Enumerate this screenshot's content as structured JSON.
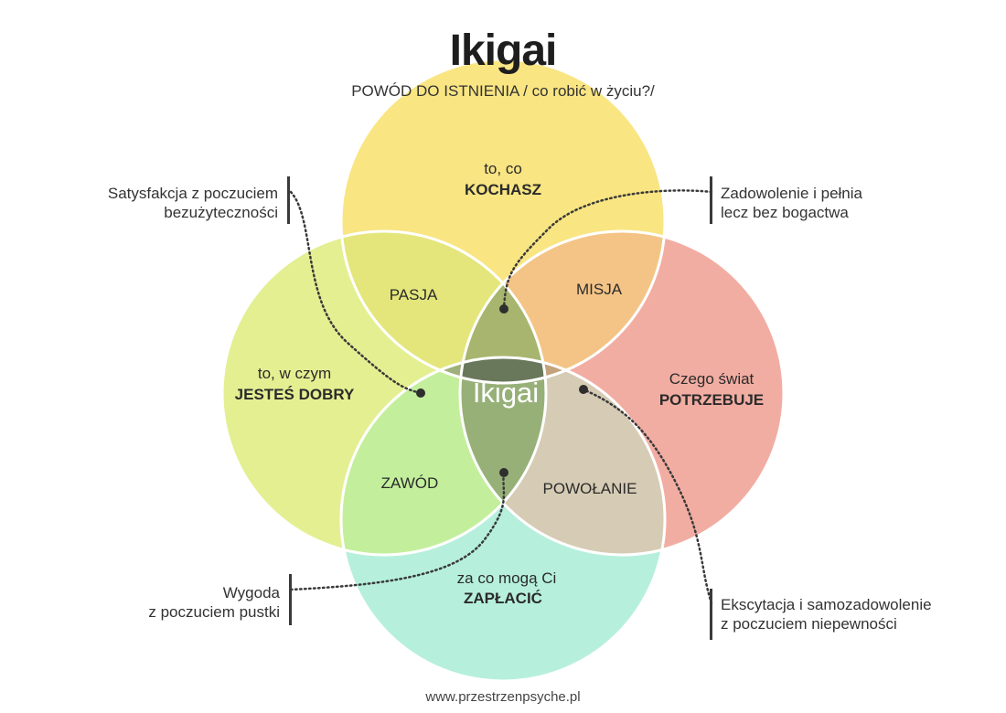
{
  "header": {
    "title": "Ikigai",
    "subtitle": "POWÓD DO ISTNIENIA / co robić w życiu?/"
  },
  "circles": {
    "top": {
      "line1": "to, co",
      "line2": "KOCHASZ",
      "color": "#f9e582"
    },
    "left": {
      "line1": "to, w czym",
      "line2": "JESTEŚ DOBRY",
      "color": "#e4ef92"
    },
    "right": {
      "line1": "Czego świat",
      "line2": "POTRZEBUJE",
      "color": "#f2ada2"
    },
    "bottom": {
      "line1": "za co mogą Ci",
      "line2": "ZAPŁACIĆ",
      "color": "#b6f0dc"
    }
  },
  "overlaps": {
    "pasja": {
      "label": "PASJA",
      "color": "#e4e67c"
    },
    "misja": {
      "label": "MISJA",
      "color": "#f4c486"
    },
    "zawod": {
      "label": "ZAWÓD",
      "color": "#c3ef9c"
    },
    "powolanie": {
      "label": "POWOŁANIE",
      "color": "#d6cbb4"
    },
    "center": {
      "label": "Ikigai",
      "color": "#69775b"
    }
  },
  "notes": {
    "top_left": {
      "line1": "Satysfakcja z poczuciem",
      "line2": "bezużyteczności"
    },
    "top_right": {
      "line1": "Zadowolenie i pełnia",
      "line2": "lecz bez bogactwa"
    },
    "bottom_left": {
      "line1": "Wygoda",
      "line2": "z poczuciem pustki"
    },
    "bottom_right": {
      "line1": "Ekscytacja i samozadowolenie",
      "line2": "z poczuciem niepewności"
    }
  },
  "footer": {
    "text": "www.przestrzenpsyche.pl"
  }
}
